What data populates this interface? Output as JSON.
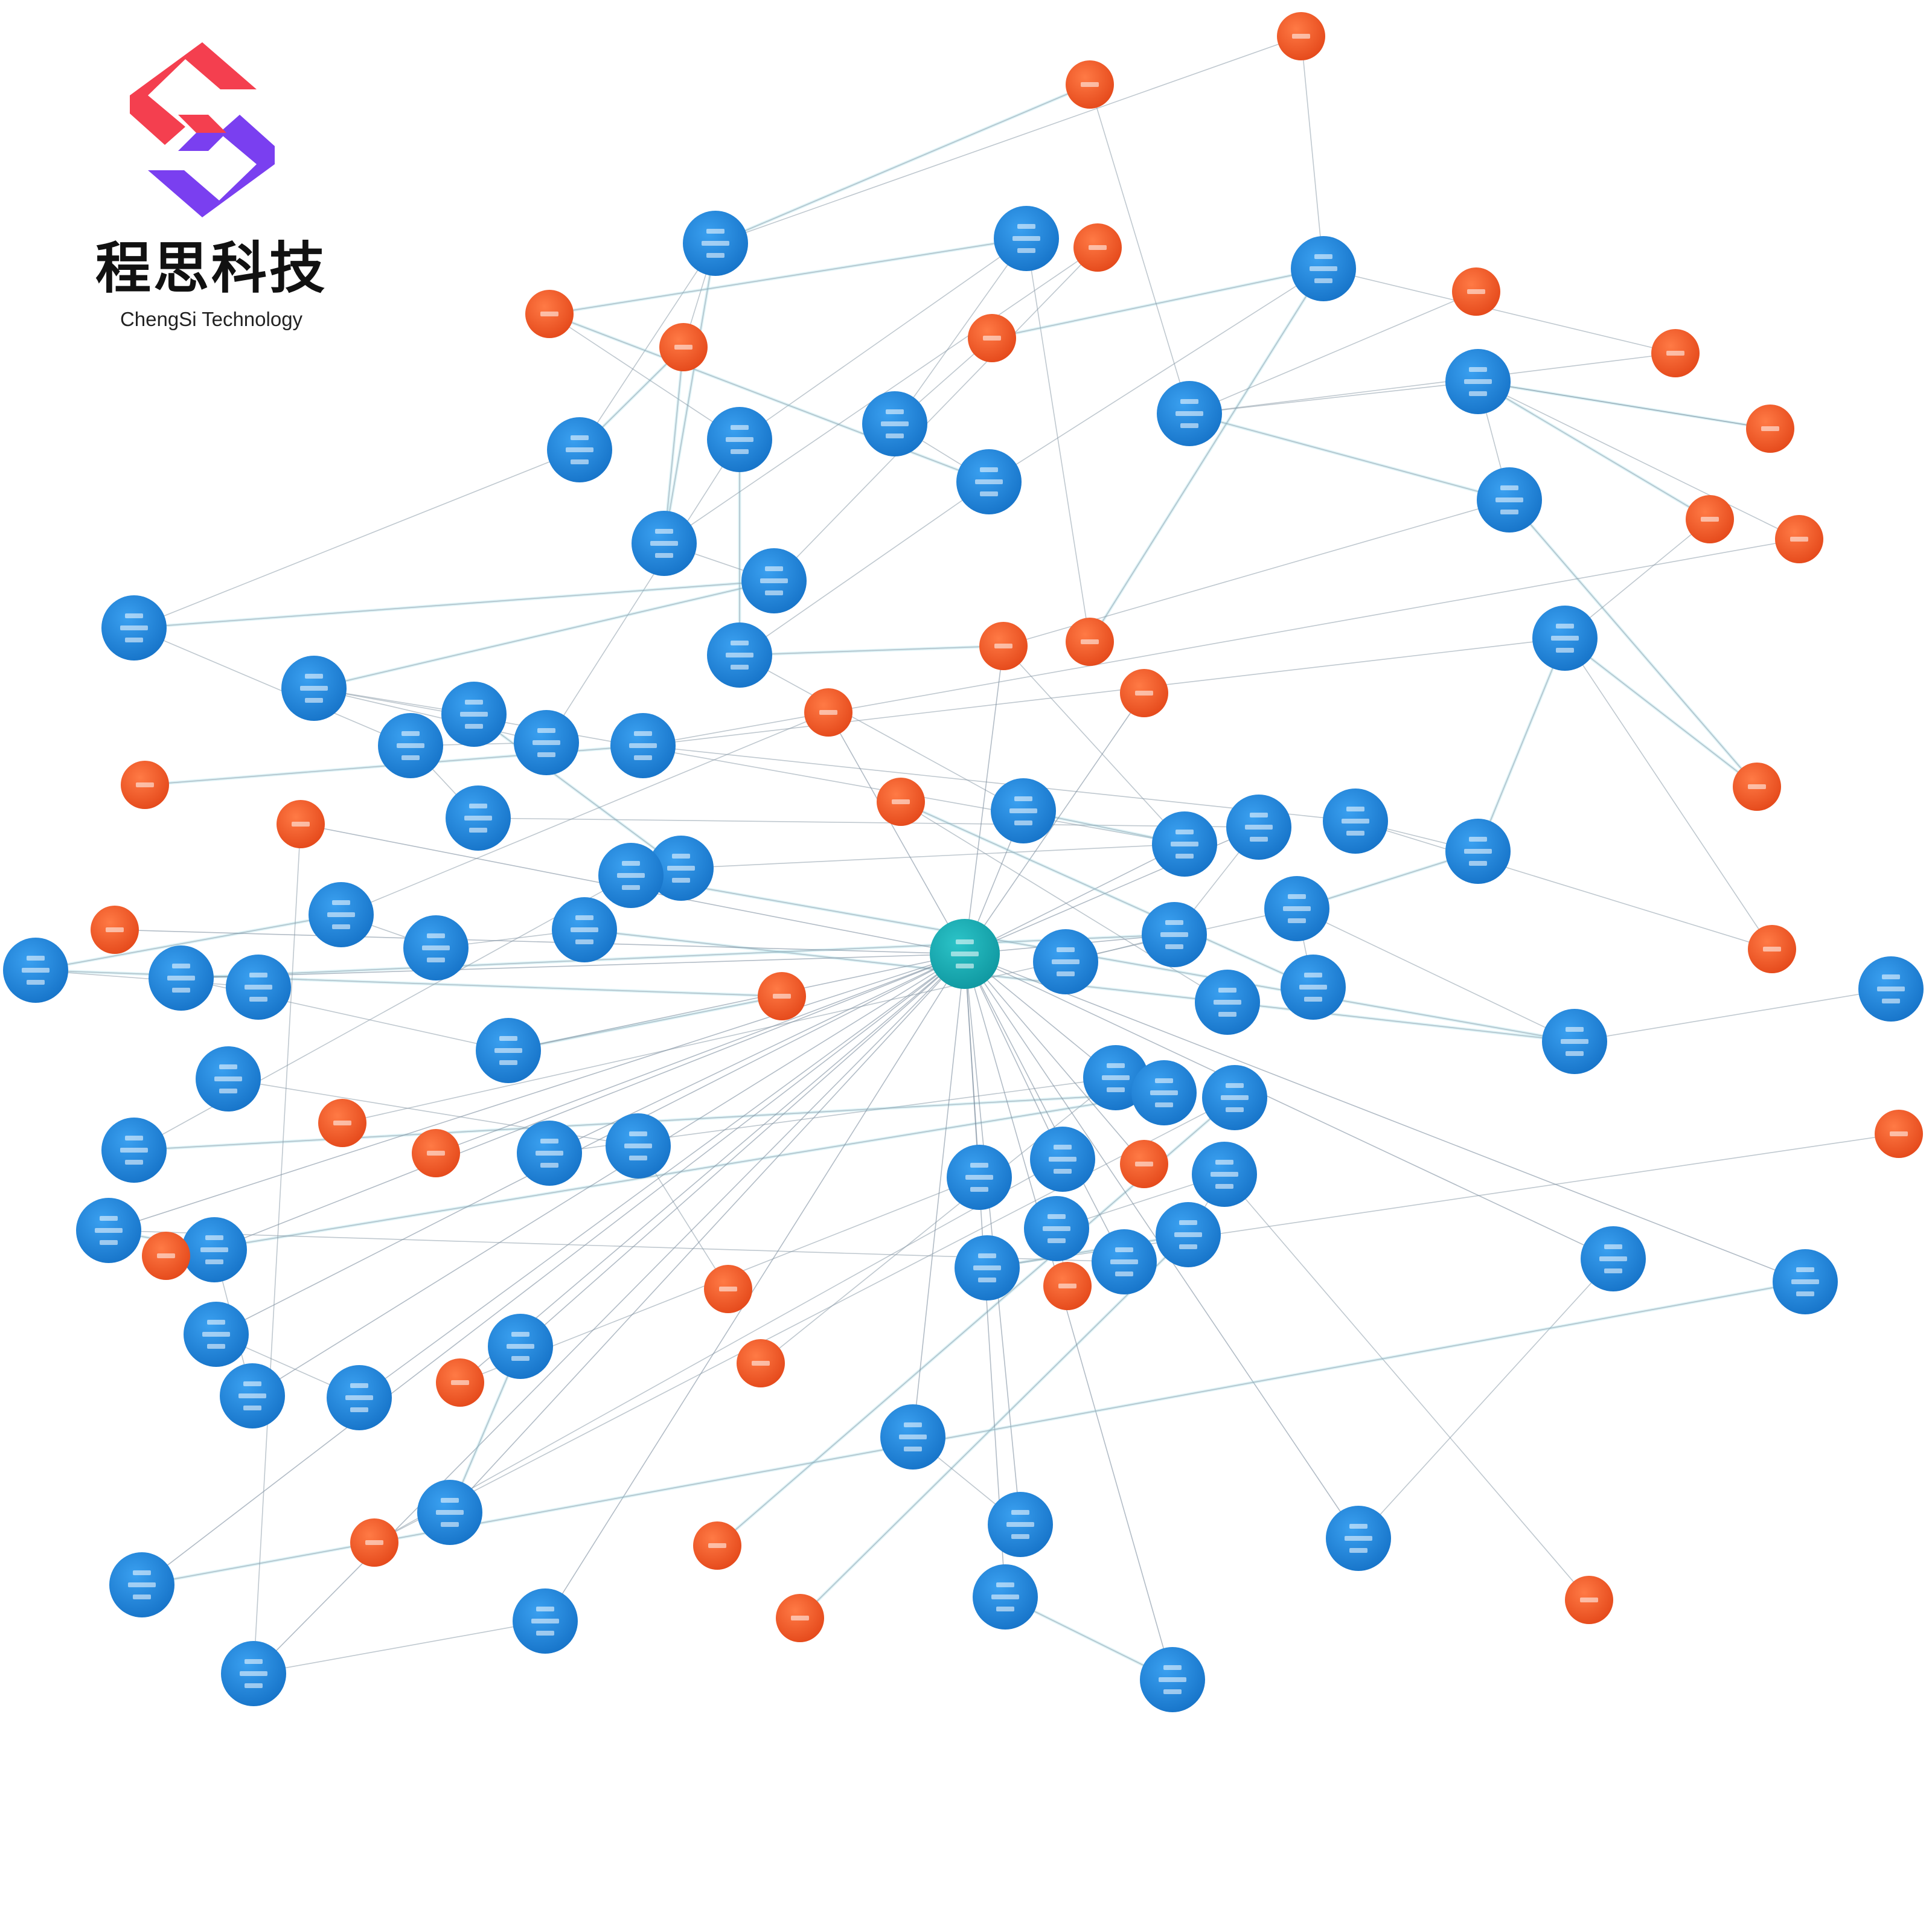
{
  "brand": {
    "name": "程思科技",
    "subtitle": "ChengSi Technology",
    "logo_icon": "chengsi-s-logo-icon",
    "colors": {
      "red": "#f43f4f",
      "purple": "#7a3ff0"
    }
  },
  "graph": {
    "type": "network",
    "colors": {
      "blue": "#1e88e5",
      "orange": "#f4511e",
      "hub": "#12a8b0",
      "edge": "#8a9aa8",
      "edge_glow": "#9fdbe6"
    },
    "node_labels_legible": false,
    "nodes": [
      {
        "id": "hub",
        "kind": "hub"
      },
      {
        "id": "b1",
        "kind": "blue"
      },
      {
        "id": "b2",
        "kind": "blue"
      },
      {
        "id": "b3",
        "kind": "blue"
      },
      {
        "id": "b4",
        "kind": "blue"
      },
      {
        "id": "b5",
        "kind": "blue"
      },
      {
        "id": "b6",
        "kind": "blue"
      },
      {
        "id": "b7",
        "kind": "blue"
      },
      {
        "id": "b8",
        "kind": "blue"
      },
      {
        "id": "b9",
        "kind": "blue"
      },
      {
        "id": "b10",
        "kind": "blue"
      },
      {
        "id": "b11",
        "kind": "blue"
      },
      {
        "id": "b12",
        "kind": "blue"
      },
      {
        "id": "b13",
        "kind": "blue"
      },
      {
        "id": "b14",
        "kind": "blue"
      },
      {
        "id": "b15",
        "kind": "blue"
      },
      {
        "id": "b16",
        "kind": "blue"
      },
      {
        "id": "b17",
        "kind": "blue"
      },
      {
        "id": "b18",
        "kind": "blue"
      },
      {
        "id": "b19",
        "kind": "blue"
      },
      {
        "id": "b20",
        "kind": "blue"
      },
      {
        "id": "b21",
        "kind": "blue"
      },
      {
        "id": "b22",
        "kind": "blue"
      },
      {
        "id": "b23",
        "kind": "blue"
      },
      {
        "id": "b24",
        "kind": "blue"
      },
      {
        "id": "b25",
        "kind": "blue"
      },
      {
        "id": "b26",
        "kind": "blue"
      },
      {
        "id": "b27",
        "kind": "blue"
      },
      {
        "id": "b28",
        "kind": "blue"
      },
      {
        "id": "b29",
        "kind": "blue"
      },
      {
        "id": "b30",
        "kind": "blue"
      },
      {
        "id": "b31",
        "kind": "blue"
      },
      {
        "id": "b32",
        "kind": "blue"
      },
      {
        "id": "b33",
        "kind": "blue"
      },
      {
        "id": "b34",
        "kind": "blue"
      },
      {
        "id": "b35",
        "kind": "blue"
      },
      {
        "id": "b36",
        "kind": "blue"
      },
      {
        "id": "b37",
        "kind": "blue"
      },
      {
        "id": "b38",
        "kind": "blue"
      },
      {
        "id": "b39",
        "kind": "blue"
      },
      {
        "id": "b40",
        "kind": "blue"
      },
      {
        "id": "b41",
        "kind": "blue"
      },
      {
        "id": "b42",
        "kind": "blue"
      },
      {
        "id": "b43",
        "kind": "blue"
      },
      {
        "id": "b44",
        "kind": "blue"
      },
      {
        "id": "b45",
        "kind": "blue"
      },
      {
        "id": "b46",
        "kind": "blue"
      },
      {
        "id": "b47",
        "kind": "blue"
      },
      {
        "id": "b48",
        "kind": "blue"
      },
      {
        "id": "b49",
        "kind": "blue"
      },
      {
        "id": "b50",
        "kind": "blue"
      },
      {
        "id": "b51",
        "kind": "blue"
      },
      {
        "id": "b52",
        "kind": "blue"
      },
      {
        "id": "b53",
        "kind": "blue"
      },
      {
        "id": "b54",
        "kind": "blue"
      },
      {
        "id": "b55",
        "kind": "blue"
      },
      {
        "id": "b56",
        "kind": "blue"
      },
      {
        "id": "b57",
        "kind": "blue"
      },
      {
        "id": "b58",
        "kind": "blue"
      },
      {
        "id": "b59",
        "kind": "blue"
      },
      {
        "id": "b60",
        "kind": "blue"
      },
      {
        "id": "b61",
        "kind": "blue"
      },
      {
        "id": "b62",
        "kind": "blue"
      },
      {
        "id": "b63",
        "kind": "blue"
      },
      {
        "id": "b64",
        "kind": "blue"
      },
      {
        "id": "b65",
        "kind": "blue"
      },
      {
        "id": "b66",
        "kind": "blue"
      },
      {
        "id": "b67",
        "kind": "blue"
      },
      {
        "id": "b68",
        "kind": "blue"
      },
      {
        "id": "b69",
        "kind": "blue"
      },
      {
        "id": "b70",
        "kind": "blue"
      },
      {
        "id": "b71",
        "kind": "blue"
      },
      {
        "id": "b72",
        "kind": "blue"
      },
      {
        "id": "b73",
        "kind": "blue"
      },
      {
        "id": "o1",
        "kind": "orange"
      },
      {
        "id": "o2",
        "kind": "orange"
      },
      {
        "id": "o3",
        "kind": "orange"
      },
      {
        "id": "o4",
        "kind": "orange"
      },
      {
        "id": "o5",
        "kind": "orange"
      },
      {
        "id": "o6",
        "kind": "orange"
      },
      {
        "id": "o7",
        "kind": "orange"
      },
      {
        "id": "o8",
        "kind": "orange"
      },
      {
        "id": "o9",
        "kind": "orange"
      },
      {
        "id": "o10",
        "kind": "orange"
      },
      {
        "id": "o11",
        "kind": "orange"
      },
      {
        "id": "o12",
        "kind": "orange"
      },
      {
        "id": "o13",
        "kind": "orange"
      },
      {
        "id": "o14",
        "kind": "orange"
      },
      {
        "id": "o15",
        "kind": "orange"
      },
      {
        "id": "o16",
        "kind": "orange"
      },
      {
        "id": "o17",
        "kind": "orange"
      },
      {
        "id": "o18",
        "kind": "orange"
      },
      {
        "id": "o19",
        "kind": "orange"
      },
      {
        "id": "o20",
        "kind": "orange"
      },
      {
        "id": "o21",
        "kind": "orange"
      },
      {
        "id": "o22",
        "kind": "orange"
      },
      {
        "id": "o23",
        "kind": "orange"
      },
      {
        "id": "o24",
        "kind": "orange"
      },
      {
        "id": "o25",
        "kind": "orange"
      },
      {
        "id": "o26",
        "kind": "orange"
      },
      {
        "id": "o27",
        "kind": "orange"
      },
      {
        "id": "o28",
        "kind": "orange"
      },
      {
        "id": "o29",
        "kind": "orange"
      },
      {
        "id": "o30",
        "kind": "orange"
      },
      {
        "id": "o31",
        "kind": "orange"
      },
      {
        "id": "o32",
        "kind": "orange"
      },
      {
        "id": "o33",
        "kind": "orange"
      },
      {
        "id": "o34",
        "kind": "orange"
      },
      {
        "id": "o35",
        "kind": "orange"
      }
    ],
    "edges": [
      [
        "b1",
        "o2"
      ],
      [
        "b1",
        "o3"
      ],
      [
        "b1",
        "b5"
      ],
      [
        "b1",
        "b10"
      ],
      [
        "b1",
        "o5"
      ],
      [
        "b2",
        "o1"
      ],
      [
        "b2",
        "o7"
      ],
      [
        "b2",
        "b7"
      ],
      [
        "b2",
        "b6"
      ],
      [
        "b3",
        "o1"
      ],
      [
        "b3",
        "o9"
      ],
      [
        "b3",
        "b8"
      ],
      [
        "b3",
        "o6"
      ],
      [
        "b4",
        "o2"
      ],
      [
        "b4",
        "b9"
      ],
      [
        "b4",
        "b15"
      ],
      [
        "b4",
        "o8"
      ],
      [
        "b5",
        "b12"
      ],
      [
        "b5",
        "o5"
      ],
      [
        "b6",
        "b13"
      ],
      [
        "b6",
        "o7"
      ],
      [
        "b6",
        "b14"
      ],
      [
        "b7",
        "b8"
      ],
      [
        "b7",
        "o6"
      ],
      [
        "b8",
        "o7"
      ],
      [
        "b8",
        "b14"
      ],
      [
        "b9",
        "o10"
      ],
      [
        "b9",
        "o11"
      ],
      [
        "b9",
        "o12"
      ],
      [
        "b9",
        "b15"
      ],
      [
        "b10",
        "o5"
      ],
      [
        "b10",
        "b11"
      ],
      [
        "b10",
        "o4"
      ],
      [
        "b11",
        "b17"
      ],
      [
        "b11",
        "o4"
      ],
      [
        "b12",
        "b19"
      ],
      [
        "b12",
        "b11"
      ],
      [
        "b13",
        "b17"
      ],
      [
        "b13",
        "b19"
      ],
      [
        "b14",
        "o15"
      ],
      [
        "b14",
        "b23"
      ],
      [
        "b15",
        "o15"
      ],
      [
        "b15",
        "o13"
      ],
      [
        "b16",
        "b20"
      ],
      [
        "b16",
        "o14"
      ],
      [
        "b16",
        "b26"
      ],
      [
        "b17",
        "b18"
      ],
      [
        "b17",
        "b24"
      ],
      [
        "b18",
        "b22"
      ],
      [
        "b19",
        "b21"
      ],
      [
        "b20",
        "b25"
      ],
      [
        "b20",
        "o17"
      ],
      [
        "b21",
        "b27"
      ],
      [
        "b22",
        "b24"
      ],
      [
        "b23",
        "b24"
      ],
      [
        "b24",
        "o15"
      ],
      [
        "b25",
        "b26"
      ],
      [
        "b26",
        "b31"
      ],
      [
        "b27",
        "b33"
      ],
      [
        "b28",
        "o16"
      ],
      [
        "b28",
        "b39"
      ],
      [
        "b29",
        "b28"
      ],
      [
        "b29",
        "b30"
      ],
      [
        "b30",
        "b36"
      ],
      [
        "b31",
        "b36"
      ],
      [
        "b32",
        "b31"
      ],
      [
        "b33",
        "b38"
      ],
      [
        "b34",
        "b33"
      ],
      [
        "b35",
        "o21"
      ],
      [
        "b36",
        "b41"
      ],
      [
        "b37",
        "b36"
      ],
      [
        "b38",
        "b42"
      ],
      [
        "b39",
        "o22"
      ],
      [
        "b40",
        "b39"
      ],
      [
        "b41",
        "b45"
      ],
      [
        "b42",
        "o22"
      ],
      [
        "b43",
        "b46"
      ],
      [
        "b44",
        "b47"
      ],
      [
        "b45",
        "b48"
      ],
      [
        "b46",
        "o26"
      ],
      [
        "b47",
        "o27"
      ],
      [
        "b48",
        "o28"
      ],
      [
        "b49",
        "o31"
      ],
      [
        "b50",
        "o29"
      ],
      [
        "b51",
        "o32"
      ],
      [
        "b52",
        "b53"
      ],
      [
        "b53",
        "o34"
      ],
      [
        "b54",
        "o33"
      ],
      [
        "b55",
        "o35"
      ],
      [
        "hub",
        "b23"
      ],
      [
        "hub",
        "b24"
      ],
      [
        "hub",
        "b27"
      ],
      [
        "hub",
        "b33"
      ],
      [
        "hub",
        "b38"
      ],
      [
        "hub",
        "b42"
      ],
      [
        "hub",
        "o15"
      ],
      [
        "hub",
        "o16"
      ],
      [
        "hub",
        "b56"
      ],
      [
        "hub",
        "b57"
      ],
      [
        "hub",
        "b58"
      ],
      [
        "hub",
        "b59"
      ],
      [
        "hub",
        "b60"
      ],
      [
        "hub",
        "b61"
      ],
      [
        "hub",
        "b62"
      ],
      [
        "hub",
        "b63"
      ],
      [
        "hub",
        "b64"
      ],
      [
        "hub",
        "b65"
      ],
      [
        "hub",
        "b66"
      ],
      [
        "hub",
        "b67"
      ],
      [
        "hub",
        "b68"
      ],
      [
        "hub",
        "b69"
      ],
      [
        "hub",
        "o18"
      ],
      [
        "hub",
        "o19"
      ],
      [
        "hub",
        "o20"
      ],
      [
        "hub",
        "b70"
      ],
      [
        "hub",
        "b71"
      ],
      [
        "hub",
        "b72"
      ],
      [
        "hub",
        "b49"
      ],
      [
        "hub",
        "b50"
      ],
      [
        "hub",
        "o24"
      ],
      [
        "hub",
        "o25"
      ],
      [
        "hub",
        "b44"
      ],
      [
        "hub",
        "b47"
      ],
      [
        "hub",
        "o29"
      ],
      [
        "hub",
        "b73"
      ],
      [
        "b56",
        "b57"
      ],
      [
        "b57",
        "b58"
      ],
      [
        "b58",
        "b60"
      ],
      [
        "b59",
        "b61"
      ],
      [
        "b62",
        "b63"
      ],
      [
        "b64",
        "b65"
      ],
      [
        "b66",
        "b67"
      ],
      [
        "b68",
        "b69"
      ],
      [
        "o18",
        "b70"
      ],
      [
        "b70",
        "b71"
      ],
      [
        "b72",
        "b73"
      ],
      [
        "o3",
        "b3"
      ],
      [
        "o9",
        "b4"
      ],
      [
        "o10",
        "b9"
      ],
      [
        "o11",
        "b16"
      ],
      [
        "o12",
        "b20"
      ],
      [
        "o13",
        "b16"
      ],
      [
        "o14",
        "b25"
      ],
      [
        "o23",
        "b31"
      ],
      [
        "o21",
        "b32"
      ],
      [
        "o30",
        "b52"
      ],
      [
        "b53",
        "b54"
      ],
      [
        "b54",
        "b55"
      ],
      [
        "o31",
        "b51"
      ]
    ]
  }
}
